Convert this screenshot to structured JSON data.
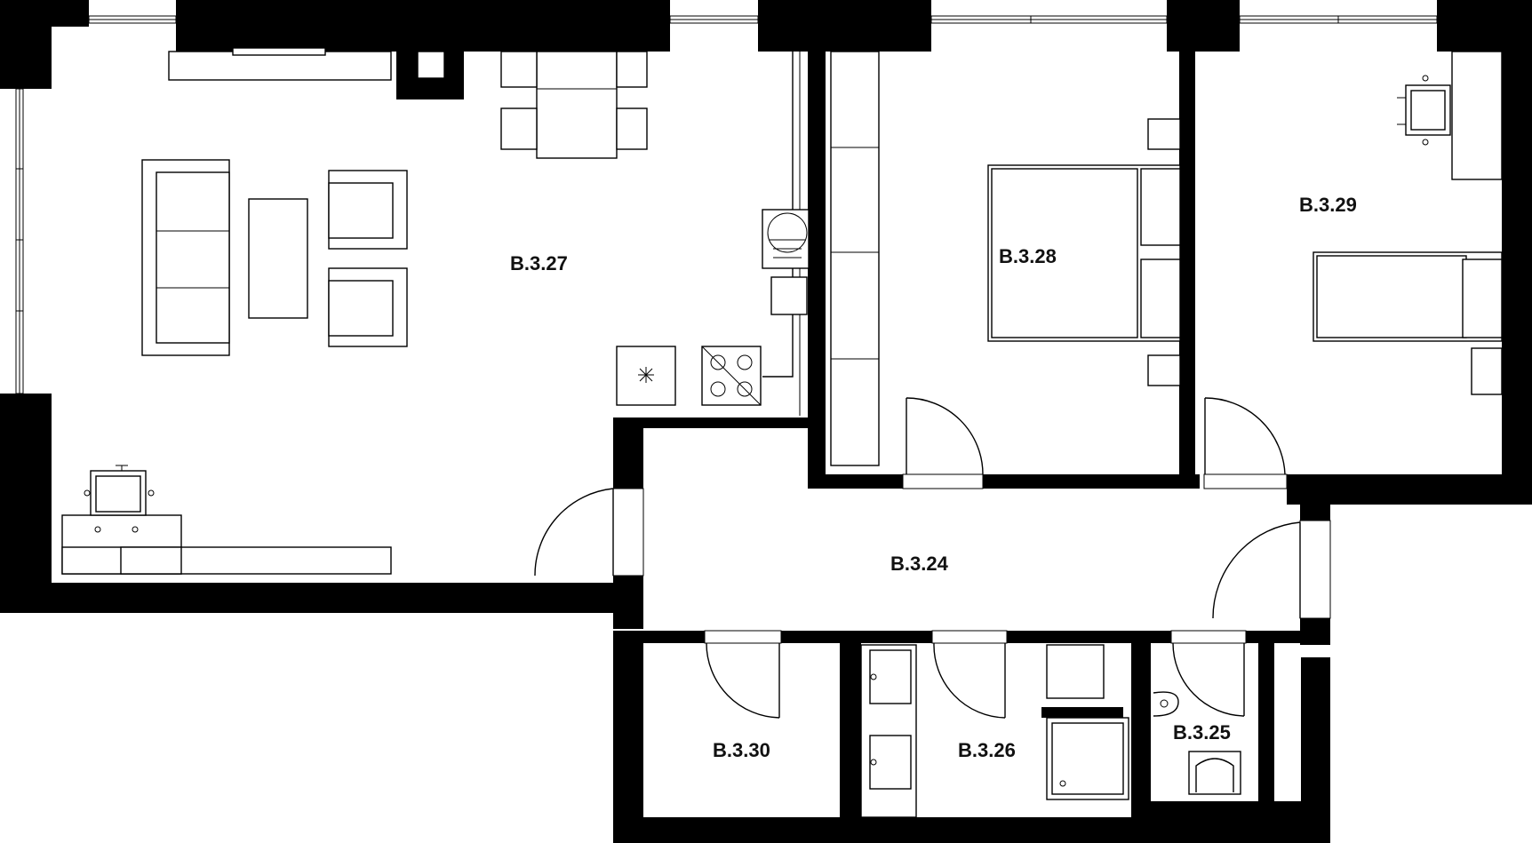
{
  "rooms": {
    "living": "B.3.27",
    "bedroom1": "B.3.28",
    "bedroom2": "B.3.29",
    "hall": "B.3.24",
    "storage": "B.3.30",
    "bathroom": "B.3.26",
    "wc": "B.3.25"
  },
  "colors": {
    "wall": "#000000",
    "background": "#ffffff"
  }
}
